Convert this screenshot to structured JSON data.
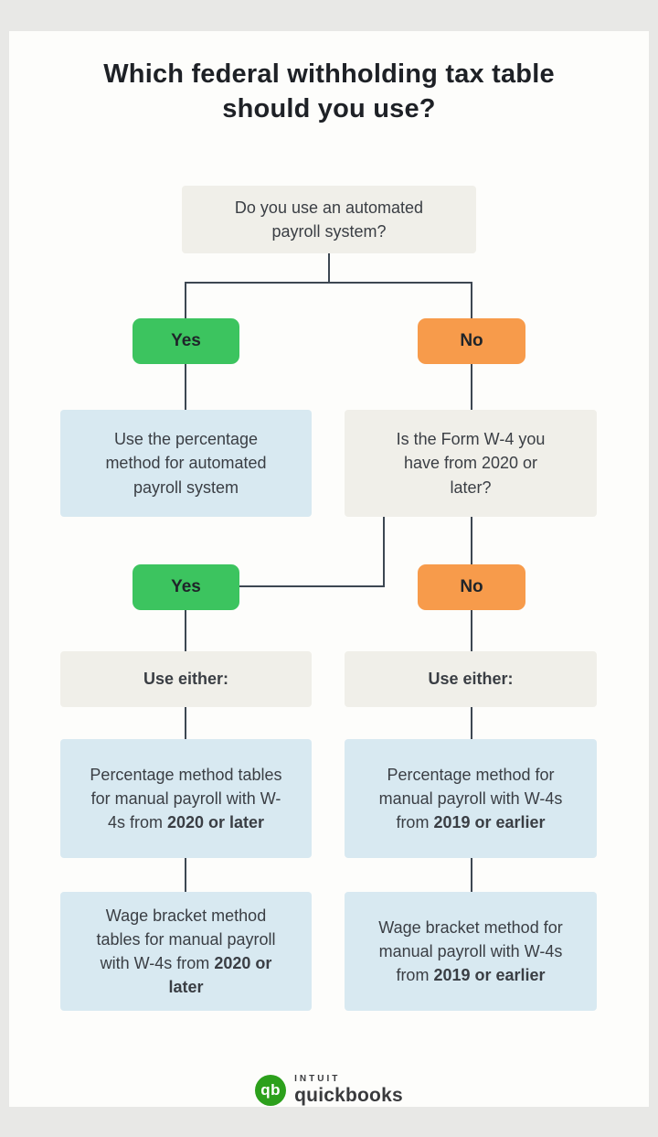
{
  "title": "Which federal withholding tax table should you use?",
  "question1": {
    "text": "Do you use an automated payroll system?"
  },
  "branch1": {
    "yes": "Yes",
    "no": "No"
  },
  "left_result": {
    "text": "Use the percentage method for automated payroll system"
  },
  "question2": {
    "text": "Is the Form W-4 you have from 2020 or later?"
  },
  "branch2": {
    "yes": "Yes",
    "no": "No"
  },
  "left_col": {
    "header": "Use either:",
    "opt1": {
      "text": "Percentage method tables for manual payroll with W-4s from",
      "bold": "2020 or later"
    },
    "opt2": {
      "text": "Wage bracket method tables for manual payroll with W-4s from",
      "bold": "2020 or later"
    }
  },
  "right_col": {
    "header": "Use either:",
    "opt1": {
      "text": "Percentage method for manual payroll with W-4s from",
      "bold": "2019 or earlier"
    },
    "opt2": {
      "text": "Wage bracket method for manual payroll with W-4s from",
      "bold": "2019 or earlier"
    }
  },
  "footer": {
    "monogram": "qb",
    "brand_line1": "INTUIT",
    "brand_line2": "quickbooks"
  },
  "colors": {
    "green": "#3cc45f",
    "orange": "#f79b4b",
    "blue_box": "#d8e9f1",
    "gray_box": "#f0efe9",
    "line": "#3d4752",
    "card_bg": "#fdfdfb",
    "outer_bg": "#e8e8e6",
    "qb_green": "#2ca01c"
  }
}
